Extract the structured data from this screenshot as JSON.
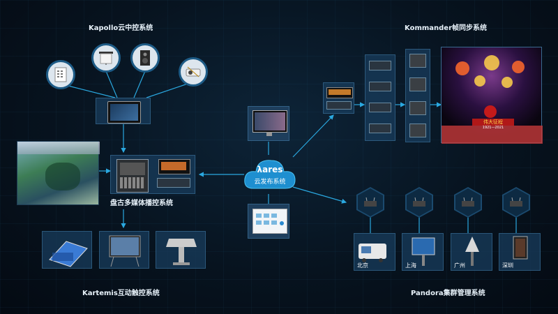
{
  "titles": {
    "kapollo": "Kapollo云中控系统",
    "kommander": "Kommander帧同步系统",
    "pangu": "盘古多媒体播控系统",
    "kartemis": "Kartemis互动触控系统",
    "pandora": "Pandora集群管理系统",
    "cloud": "云发布系统"
  },
  "cloud_logo": "λares",
  "event_banner": "伟大征程",
  "event_years": "1921—2021",
  "cities": [
    "北京",
    "上海",
    "广州",
    "深圳"
  ],
  "colors": {
    "accent": "#2aa8e0",
    "cloud": "#1e8fd0",
    "panel": "#183c5c"
  },
  "icons": [
    "access-panel-icon",
    "speaker-icon",
    "projector-icon",
    "projection-screen-icon",
    "tablet-icon",
    "media-server-icon",
    "router-icon"
  ]
}
